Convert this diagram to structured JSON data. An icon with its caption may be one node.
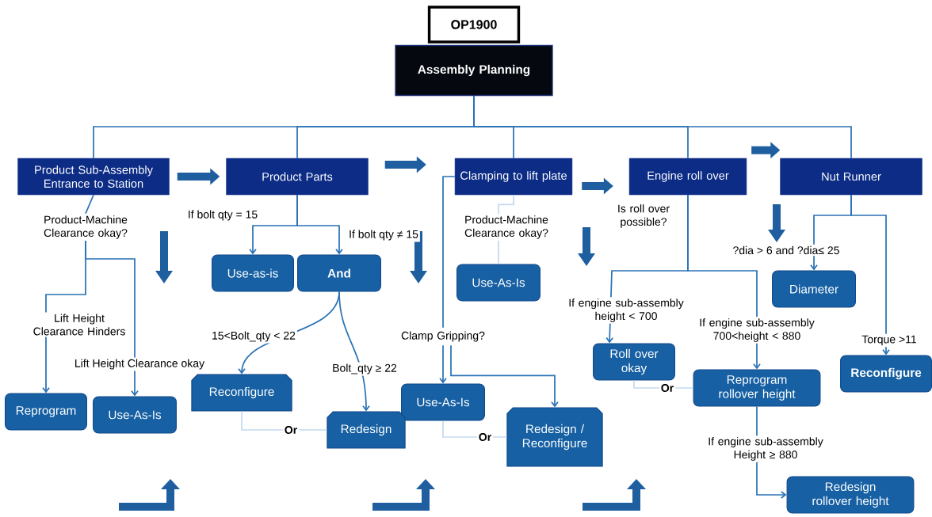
{
  "diagram": {
    "nodes": [
      {
        "text": [
          "OP1900"
        ]
      },
      {
        "text": [
          "Assembly Planning"
        ]
      },
      {
        "text": [
          "Product Sub-Assembly Entrance to Station"
        ]
      },
      {
        "text": [
          "Product Parts"
        ]
      },
      {
        "text": [
          "Clamping to lift plate"
        ]
      },
      {
        "text": [
          "Engine roll over"
        ]
      },
      {
        "text": [
          "Nut Runner"
        ]
      },
      {
        "text": [
          "Product-Machine Clearance okay?"
        ]
      },
      {
        "text": [
          "Use-as-is"
        ]
      },
      {
        "text": [
          "And"
        ]
      },
      {
        "text": [
          "Use-As-Is"
        ]
      },
      {
        "text": [
          "Diameter"
        ]
      },
      {
        "text": [
          "Roll over okay"
        ]
      },
      {
        "text": [
          "Clamp Gripping?"
        ]
      },
      {
        "text": [
          "Reconfigure"
        ]
      },
      {
        "text": [
          "Reprogram rollover height"
        ]
      },
      {
        "text": [
          "Reconfigure"
        ]
      },
      {
        "text": [
          "Reprogram"
        ]
      },
      {
        "text": [
          "Use-As-Is"
        ]
      },
      {
        "text": [
          "Use-As-Is"
        ]
      },
      {
        "text": [
          "Redesign"
        ]
      },
      {
        "text": [
          "Redesign / Reconfigure"
        ]
      },
      {
        "text": [
          "Redesign rollover height"
        ]
      }
    ],
    "edges": [
      {
        "from": 1,
        "to": 2,
        "arrow": "none"
      },
      {
        "from": 1,
        "to": 3,
        "arrow": "none"
      },
      {
        "from": 1,
        "to": 4,
        "arrow": "none"
      },
      {
        "from": 1,
        "to": 5,
        "arrow": "none"
      },
      {
        "from": 1,
        "to": 6,
        "arrow": "none"
      },
      {
        "from": 2,
        "to": 3,
        "arrow": "to",
        "style": "thick"
      },
      {
        "from": 3,
        "to": 4,
        "arrow": "to",
        "style": "thick"
      },
      {
        "from": 4,
        "to": 5,
        "arrow": "to",
        "style": "thick"
      },
      {
        "from": 5,
        "to": 6,
        "arrow": "to",
        "style": "thick"
      },
      {
        "from": 2,
        "to": 7,
        "arrow": "none"
      },
      {
        "from": 7,
        "to": 17,
        "arrow": "to",
        "label": "Lift Height Clearance Hinders"
      },
      {
        "from": 7,
        "to": 18,
        "arrow": "to",
        "label": "Lift Height Clearance okay"
      },
      {
        "from": 3,
        "to": 8,
        "arrow": "to",
        "label": "If bolt qty = 15"
      },
      {
        "from": 3,
        "to": 9,
        "arrow": "to",
        "label": "If bolt qty ≠ 15"
      },
      {
        "from": 9,
        "to": 16,
        "arrow": "to",
        "label": "15<Bolt_qty < 22"
      },
      {
        "from": 9,
        "to": 20,
        "arrow": "to",
        "label": "Bolt_qty ≥ 22"
      },
      {
        "from": 16,
        "to": 20,
        "arrow": "none",
        "label": "Or",
        "color": "#c5daf0"
      },
      {
        "from": 4,
        "to": 10,
        "arrow": "none",
        "label": "Product-Machine Clearance okay?",
        "color": "#c5daf0"
      },
      {
        "from": 4,
        "to": 13,
        "arrow": "none"
      },
      {
        "from": 13,
        "to": 19,
        "arrow": "to"
      },
      {
        "from": 13,
        "to": 21,
        "arrow": "to"
      },
      {
        "from": 19,
        "to": 21,
        "arrow": "none",
        "label": "Or",
        "color": "#c5daf0"
      },
      {
        "from": 5,
        "to": 12,
        "arrow": "to",
        "label": "If engine sub-assembly height < 700"
      },
      {
        "from": 5,
        "to": 15,
        "arrow": "to",
        "label": "If engine sub-assembly 700<height < 880"
      },
      {
        "from": 12,
        "to": 15,
        "arrow": "none",
        "label": "Or",
        "color": "#c5daf0"
      },
      {
        "from": 15,
        "to": 22,
        "arrow": "to",
        "label": "If engine sub-assembly Height ≥ 880"
      },
      {
        "from": 6,
        "to": 11,
        "arrow": "to",
        "label": "?dia > 6 and ?dia≤ 25"
      },
      {
        "from": 6,
        "to": 14,
        "arrow": "to",
        "label": "Torque >11"
      }
    ],
    "labels": [
      "Is roll over possible?"
    ]
  }
}
